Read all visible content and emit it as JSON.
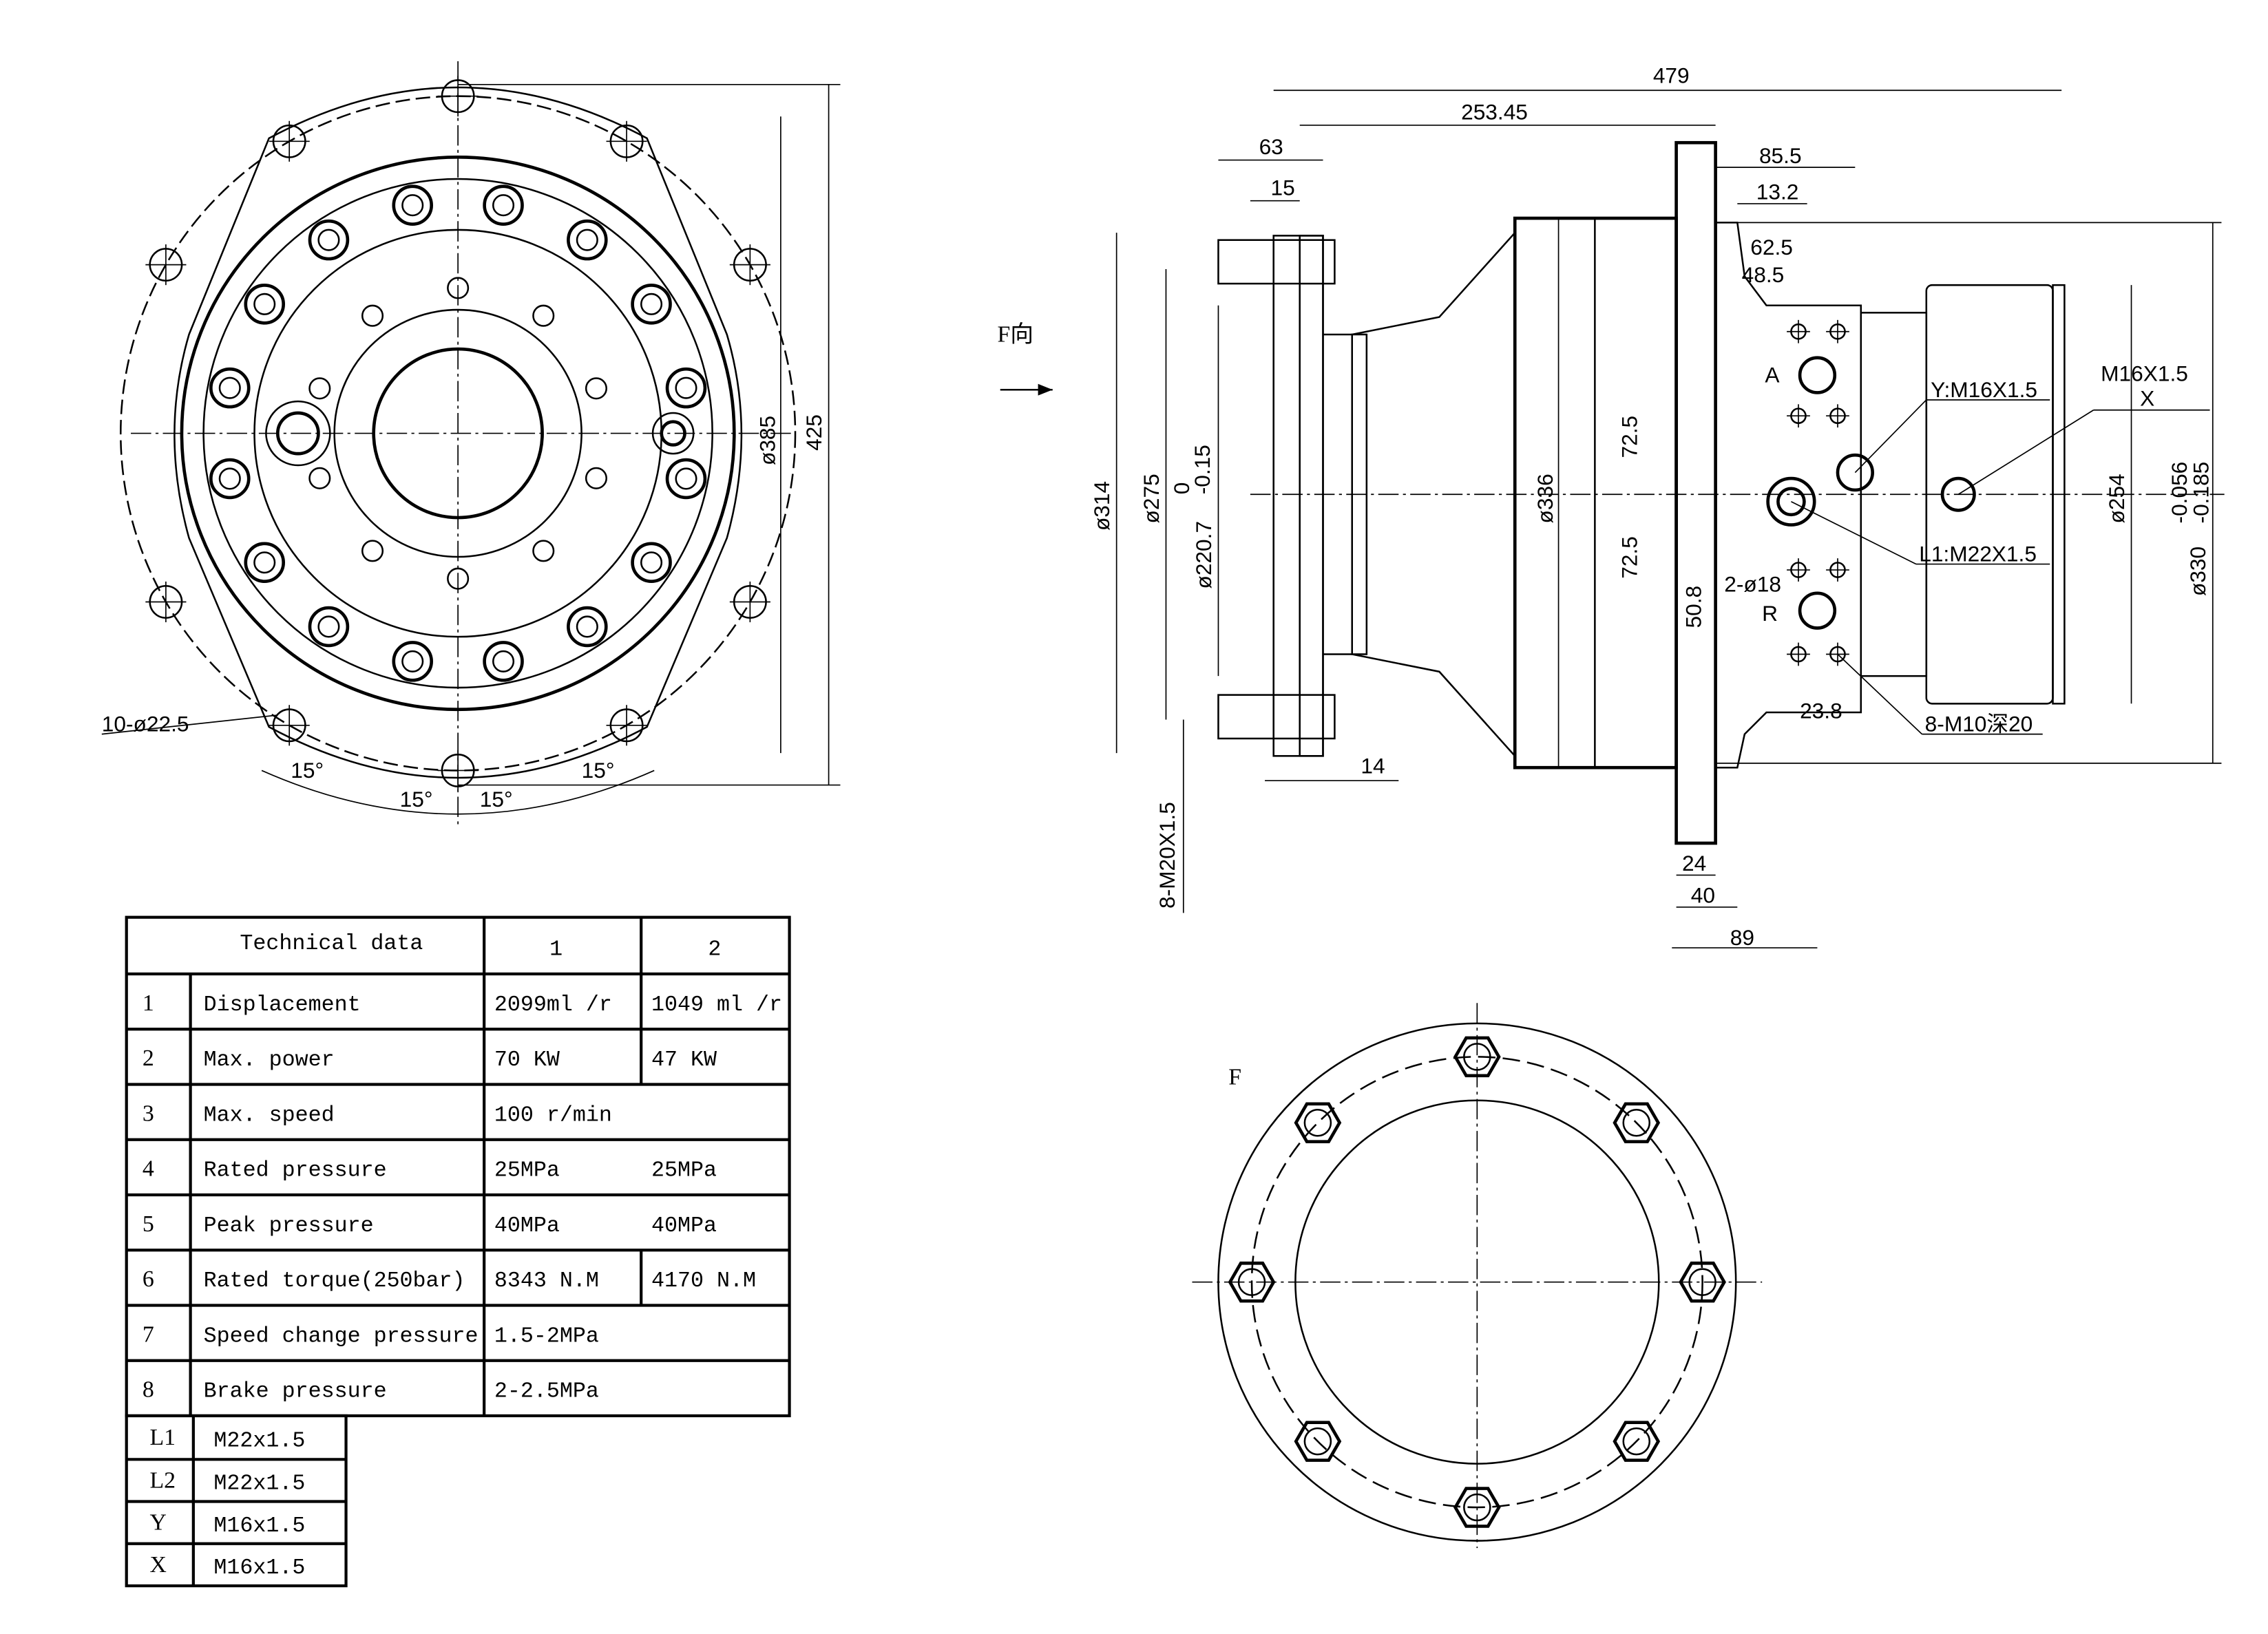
{
  "front_view": {
    "hole_callout": "10-ø22.5",
    "angles": [
      "15°",
      "15°",
      "15°",
      "15°"
    ],
    "dia_385": "ø385",
    "dim_425": "425"
  },
  "side_view": {
    "arrow_label": "F向",
    "dims": {
      "d479": "479",
      "d253": "253.45",
      "d63": "63",
      "d15": "15",
      "d85": "85.5",
      "d13": "13.2",
      "d62": "62.5",
      "d48": "48.5",
      "d725a": "72.5",
      "d725b": "72.5",
      "d508": "50.8",
      "d238": "23.8",
      "d14": "14",
      "d24": "24",
      "d40": "40",
      "d89": "89",
      "dia314": "ø314",
      "dia275": "ø275",
      "dia220": "ø220.7",
      "dia220_tol_up": "0",
      "dia220_tol_lo": "-0.15",
      "dia336": "ø336",
      "dia254": "ø254",
      "dia330": "ø330",
      "dia330_tol_up": "-0.056",
      "dia330_tol_lo": "-0.185",
      "bolt": "8-M20X1.5"
    },
    "ports": {
      "A": "A",
      "R": "R",
      "y": "Y:M16X1.5",
      "x_thread": "M16X1.5",
      "x": "X",
      "l1": "L1:M22X1.5",
      "holes": "2-ø18",
      "screws": "8-M10深20"
    }
  },
  "f_view": {
    "label": "F"
  },
  "technical_table": {
    "header": [
      "Technical data",
      "1",
      "2"
    ],
    "rows": [
      {
        "no": "1",
        "name": "Displacement",
        "v1": "2099ml /r",
        "v2": "1049 ml /r"
      },
      {
        "no": "2",
        "name": "Max. power",
        "v1": "70 KW",
        "v2": "47 KW"
      },
      {
        "no": "3",
        "name": "Max. speed",
        "v1": "100 r/min",
        "v2": ""
      },
      {
        "no": "4",
        "name": "Rated pressure",
        "v1": "25MPa",
        "v2": "25MPa"
      },
      {
        "no": "5",
        "name": "Peak pressure",
        "v1": "40MPa",
        "v2": "40MPa"
      },
      {
        "no": "6",
        "name": "Rated torque(250bar)",
        "v1": "8343 N.M",
        "v2": "4170 N.M"
      },
      {
        "no": "7",
        "name": "Speed change pressure",
        "v1": "1.5-2MPa",
        "v2": ""
      },
      {
        "no": "8",
        "name": "Brake pressure",
        "v1": "2-2.5MPa",
        "v2": ""
      }
    ]
  },
  "port_table": [
    {
      "port": "L1",
      "thread": "M22x1.5"
    },
    {
      "port": "L2",
      "thread": "M22x1.5"
    },
    {
      "port": "Y",
      "thread": "M16x1.5"
    },
    {
      "port": "X",
      "thread": "M16x1.5"
    }
  ]
}
